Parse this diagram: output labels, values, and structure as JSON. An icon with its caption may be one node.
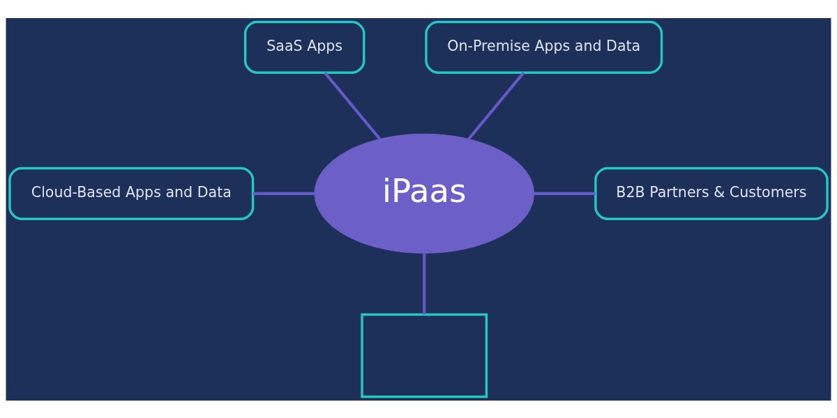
{
  "diagram": {
    "nodes": [
      {
        "text": [
          "SaaS Apps"
        ]
      },
      {
        "text": [
          "On-Premise Apps and Data"
        ]
      },
      {
        "text": [
          "Cloud-Based Apps and Data"
        ]
      },
      {
        "text": [
          "iPaas"
        ]
      },
      {
        "text": [
          "B2B Partners & Customers"
        ]
      },
      {
        "text": [],
        "shape": "box"
      }
    ],
    "edges": [
      {
        "from": 0,
        "to": 3,
        "arrow": "none"
      },
      {
        "from": 1,
        "to": 3,
        "arrow": "none"
      },
      {
        "from": 2,
        "to": 3,
        "arrow": "none"
      },
      {
        "from": 3,
        "to": 4,
        "arrow": "none"
      },
      {
        "from": 3,
        "to": 5,
        "arrow": "none"
      }
    ]
  }
}
